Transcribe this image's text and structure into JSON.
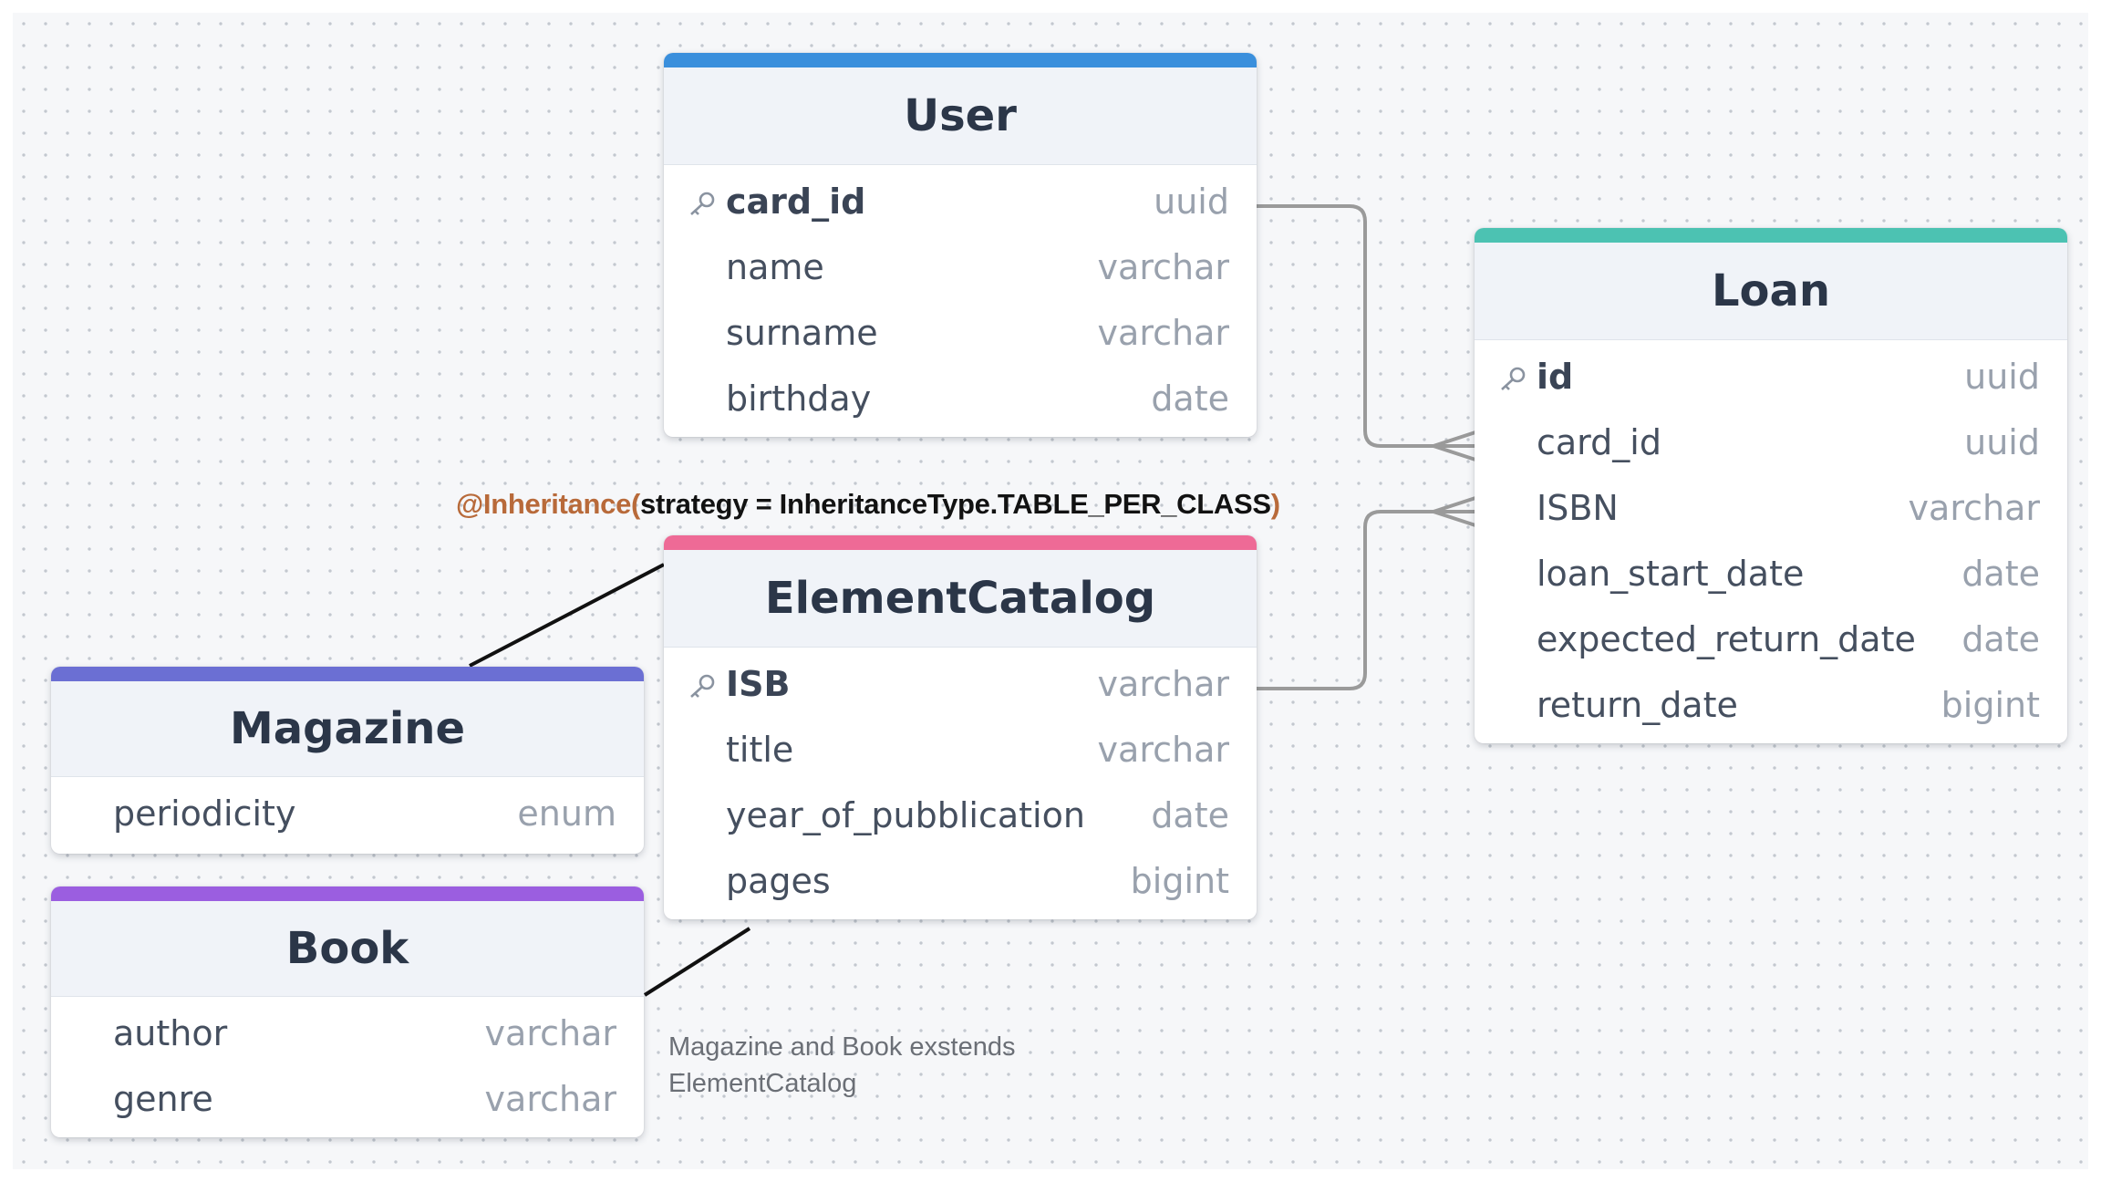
{
  "colors": {
    "user": "#3a8fdc",
    "loan": "#4cc2b2",
    "element_catalog": "#ee6a96",
    "magazine": "#6b6fd3",
    "book": "#9b5ee0"
  },
  "icons": {
    "primary_key": "key-icon"
  },
  "tables": {
    "user": {
      "name": "User",
      "columns": [
        {
          "name": "card_id",
          "type": "uuid"
        },
        {
          "name": "name",
          "type": "varchar"
        },
        {
          "name": "surname",
          "type": "varchar"
        },
        {
          "name": "birthday",
          "type": "date"
        }
      ]
    },
    "element_catalog": {
      "name": "ElementCatalog",
      "columns": [
        {
          "name": "ISB",
          "type": "varchar"
        },
        {
          "name": "title",
          "type": "varchar"
        },
        {
          "name": "year_of_pubblication",
          "type": "date"
        },
        {
          "name": "pages",
          "type": "bigint"
        }
      ]
    },
    "loan": {
      "name": "Loan",
      "columns": [
        {
          "name": "id",
          "type": "uuid"
        },
        {
          "name": "card_id",
          "type": "uuid"
        },
        {
          "name": "ISBN",
          "type": "varchar"
        },
        {
          "name": "loan_start_date",
          "type": "date"
        },
        {
          "name": "expected_return_date",
          "type": "date"
        },
        {
          "name": "return_date",
          "type": "bigint"
        }
      ]
    },
    "magazine": {
      "name": "Magazine",
      "columns": [
        {
          "name": "periodicity",
          "type": "enum"
        }
      ]
    },
    "book": {
      "name": "Book",
      "columns": [
        {
          "name": "author",
          "type": "varchar"
        },
        {
          "name": "genre",
          "type": "varchar"
        }
      ]
    }
  },
  "annotation": {
    "keyword": "@Inheritance(",
    "args": "strategy = InheritanceType.TABLE_PER_CLASS",
    "close": ")"
  },
  "note": {
    "line1": "Magazine and Book exstends",
    "line2": "ElementCatalog"
  }
}
